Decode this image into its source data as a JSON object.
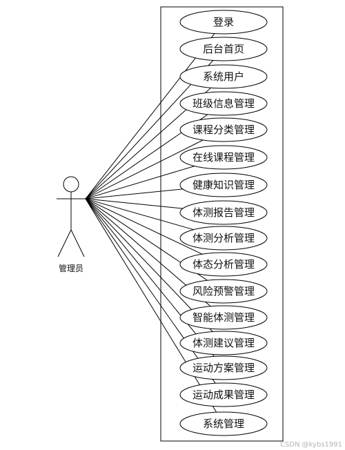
{
  "actor": {
    "name": "管理员",
    "icon": "stick-figure-icon"
  },
  "use_cases": [
    "登录",
    "后台首页",
    "系统用户",
    "班级信息管理",
    "课程分类管理",
    "在线课程管理",
    "健康知识管理",
    "体测报告管理",
    "体测分析管理",
    "体态分析管理",
    "风险预警管理",
    "智能体测管理",
    "体测建议管理",
    "运动方案管理",
    "运动成果管理",
    "系统管理"
  ],
  "watermark": "CSDN @kybs1991",
  "colors": {
    "stroke": "#000000",
    "background": "#ffffff",
    "watermark": "#b5b5b5"
  }
}
